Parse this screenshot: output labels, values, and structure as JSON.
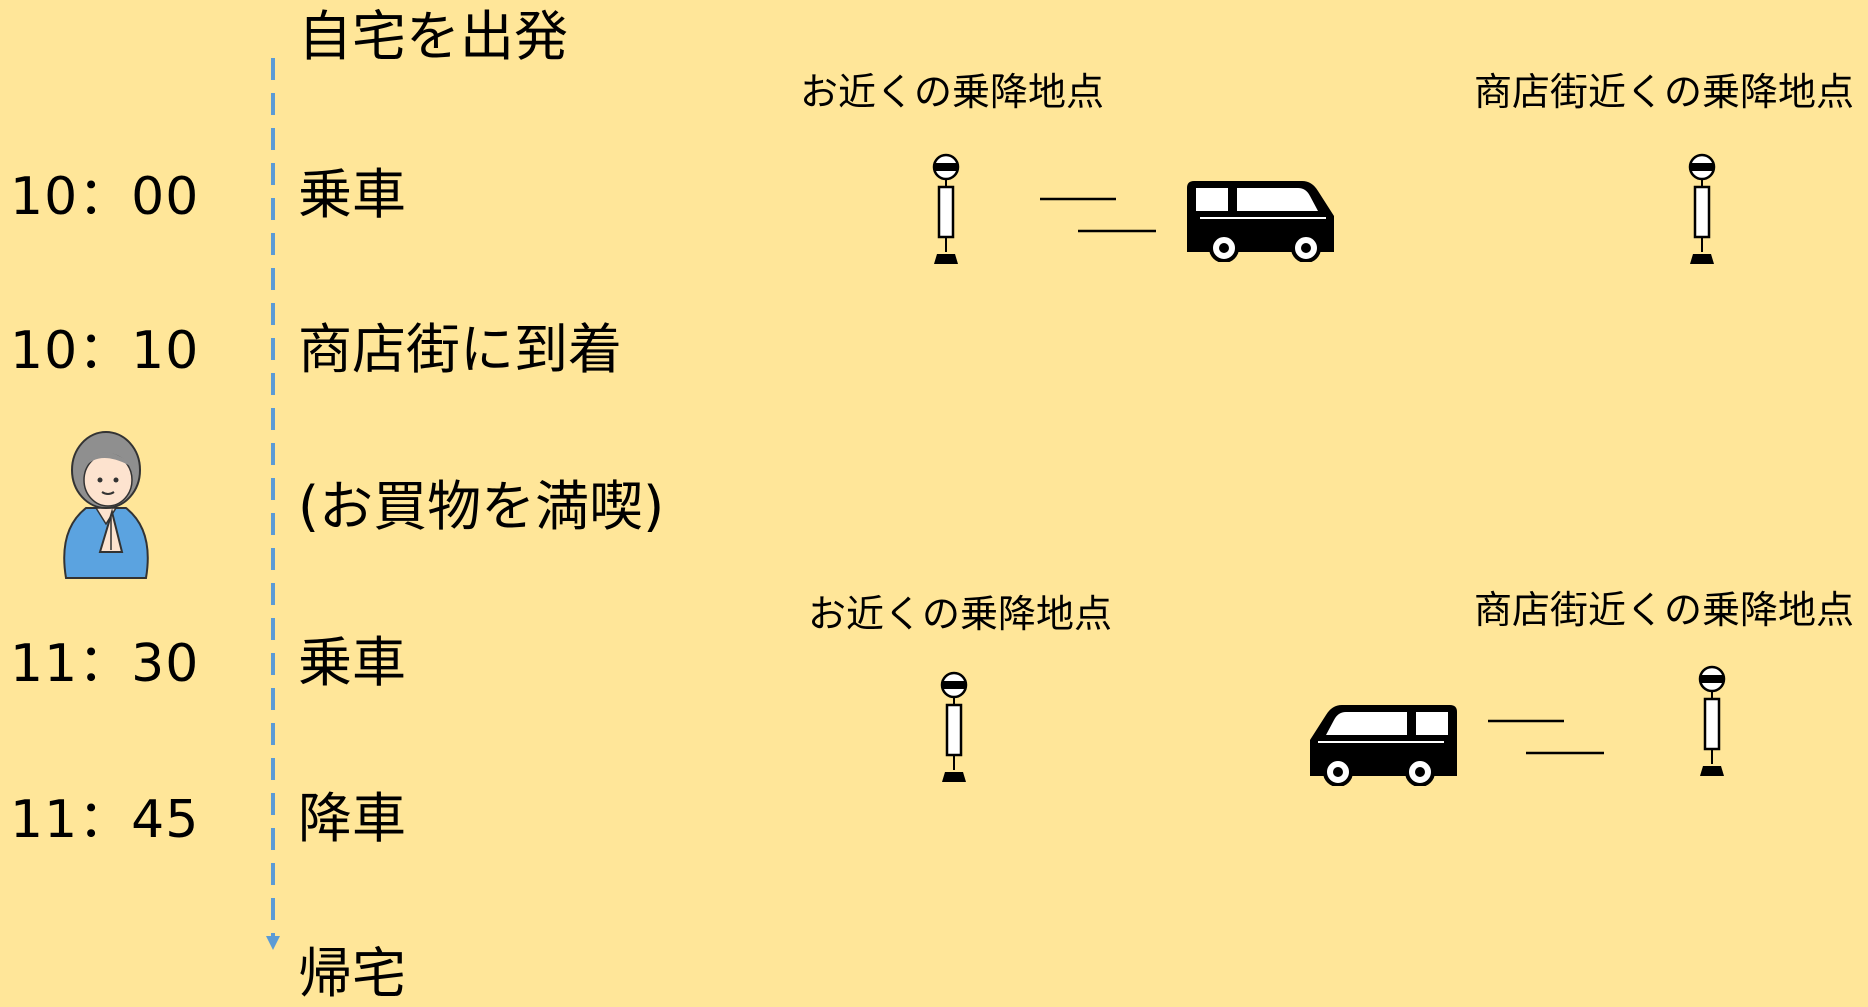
{
  "timeline": {
    "start_label": "自宅を出発",
    "rows": [
      {
        "time": "10：00",
        "event": "乗車"
      },
      {
        "time": "10：10",
        "event": "商店街に到着"
      },
      {
        "time": "",
        "event": "(お買物を満喫)"
      },
      {
        "time": "11：30",
        "event": "乗車"
      },
      {
        "time": "11：45",
        "event": "降車"
      }
    ],
    "end_label": "帰宅",
    "line_color": "#5B9BD5"
  },
  "outbound": {
    "origin_label": "お近くの乗降地点",
    "destination_label": "商店街近くの乗降地点"
  },
  "return": {
    "origin_label": "お近くの乗降地点",
    "destination_label": "商店街近くの乗降地点"
  },
  "colors": {
    "background": "#FFE699",
    "person_sweater": "#5BA3E0",
    "person_hair": "#8F8F8F"
  },
  "icons": [
    "bus-stop-icon",
    "van-icon",
    "motion-lines-icon",
    "woman-praying-hands-icon"
  ]
}
